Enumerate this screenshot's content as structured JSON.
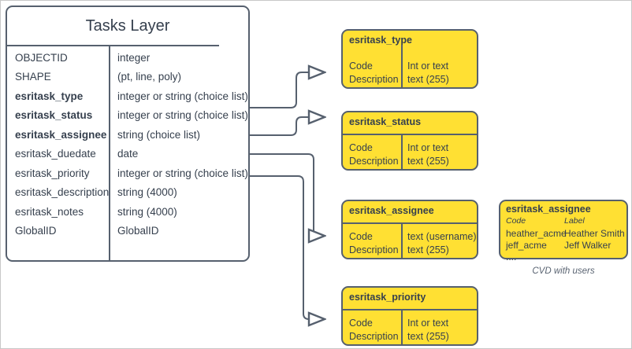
{
  "diagram": {
    "title_caption": "CVD with users",
    "colors": {
      "domain_fill": "#ffe033",
      "stroke": "#56606e",
      "text": "#36404e",
      "canvas_border": "#c8c8c8"
    }
  },
  "main_entity": {
    "title": "Tasks Layer",
    "fields": [
      {
        "name": "OBJECTID",
        "type": "integer",
        "bold": false
      },
      {
        "name": "SHAPE",
        "type": "(pt, line, poly)",
        "bold": false
      },
      {
        "name": "esritask_type",
        "type": "integer or string (choice list)",
        "bold": true
      },
      {
        "name": "esritask_status",
        "type": "integer or string (choice list)",
        "bold": true
      },
      {
        "name": "esritask_assignee",
        "type": "string (choice list)",
        "bold": true
      },
      {
        "name": "esritask_duedate",
        "type": "date",
        "bold": false
      },
      {
        "name": "esritask_priority",
        "type": "integer or string (choice list)",
        "bold": false
      },
      {
        "name": "esritask_description",
        "type": "string (4000)",
        "bold": false
      },
      {
        "name": "esritask_notes",
        "type": "string (4000)",
        "bold": false
      },
      {
        "name": "GlobalID",
        "type": "GlobalID",
        "bold": false
      }
    ]
  },
  "domains": [
    {
      "title": "esritask_type",
      "left_col": "Code\nDescription",
      "right_col": "Int or text\ntext (255)",
      "rows": [
        {
          "label": "Code",
          "value": "Int or text"
        },
        {
          "label": "Description",
          "value": "text (255)"
        }
      ]
    },
    {
      "title": "esritask_status",
      "rows": [
        {
          "label": "Code",
          "value": "Int or text"
        },
        {
          "label": "Description",
          "value": "text (255)"
        }
      ]
    },
    {
      "title": "esritask_assignee",
      "rows": [
        {
          "label": "Code",
          "value": "text  (username)"
        },
        {
          "label": "Description",
          "value": "text (255)"
        }
      ]
    },
    {
      "title": "esritask_priority",
      "rows": [
        {
          "label": "Code",
          "value": "Int or text"
        },
        {
          "label": "Description",
          "value": "text (255)"
        }
      ]
    }
  ],
  "cvd": {
    "title": "esritask_assignee",
    "header": {
      "code": "Code",
      "label": "Label"
    },
    "rows": [
      {
        "code": "heather_acme",
        "label": "Heather Smith"
      },
      {
        "code": "jeff_acme",
        "label": "Jeff Walker"
      },
      {
        "code": "....",
        "label": ""
      }
    ],
    "caption": "CVD with users"
  }
}
